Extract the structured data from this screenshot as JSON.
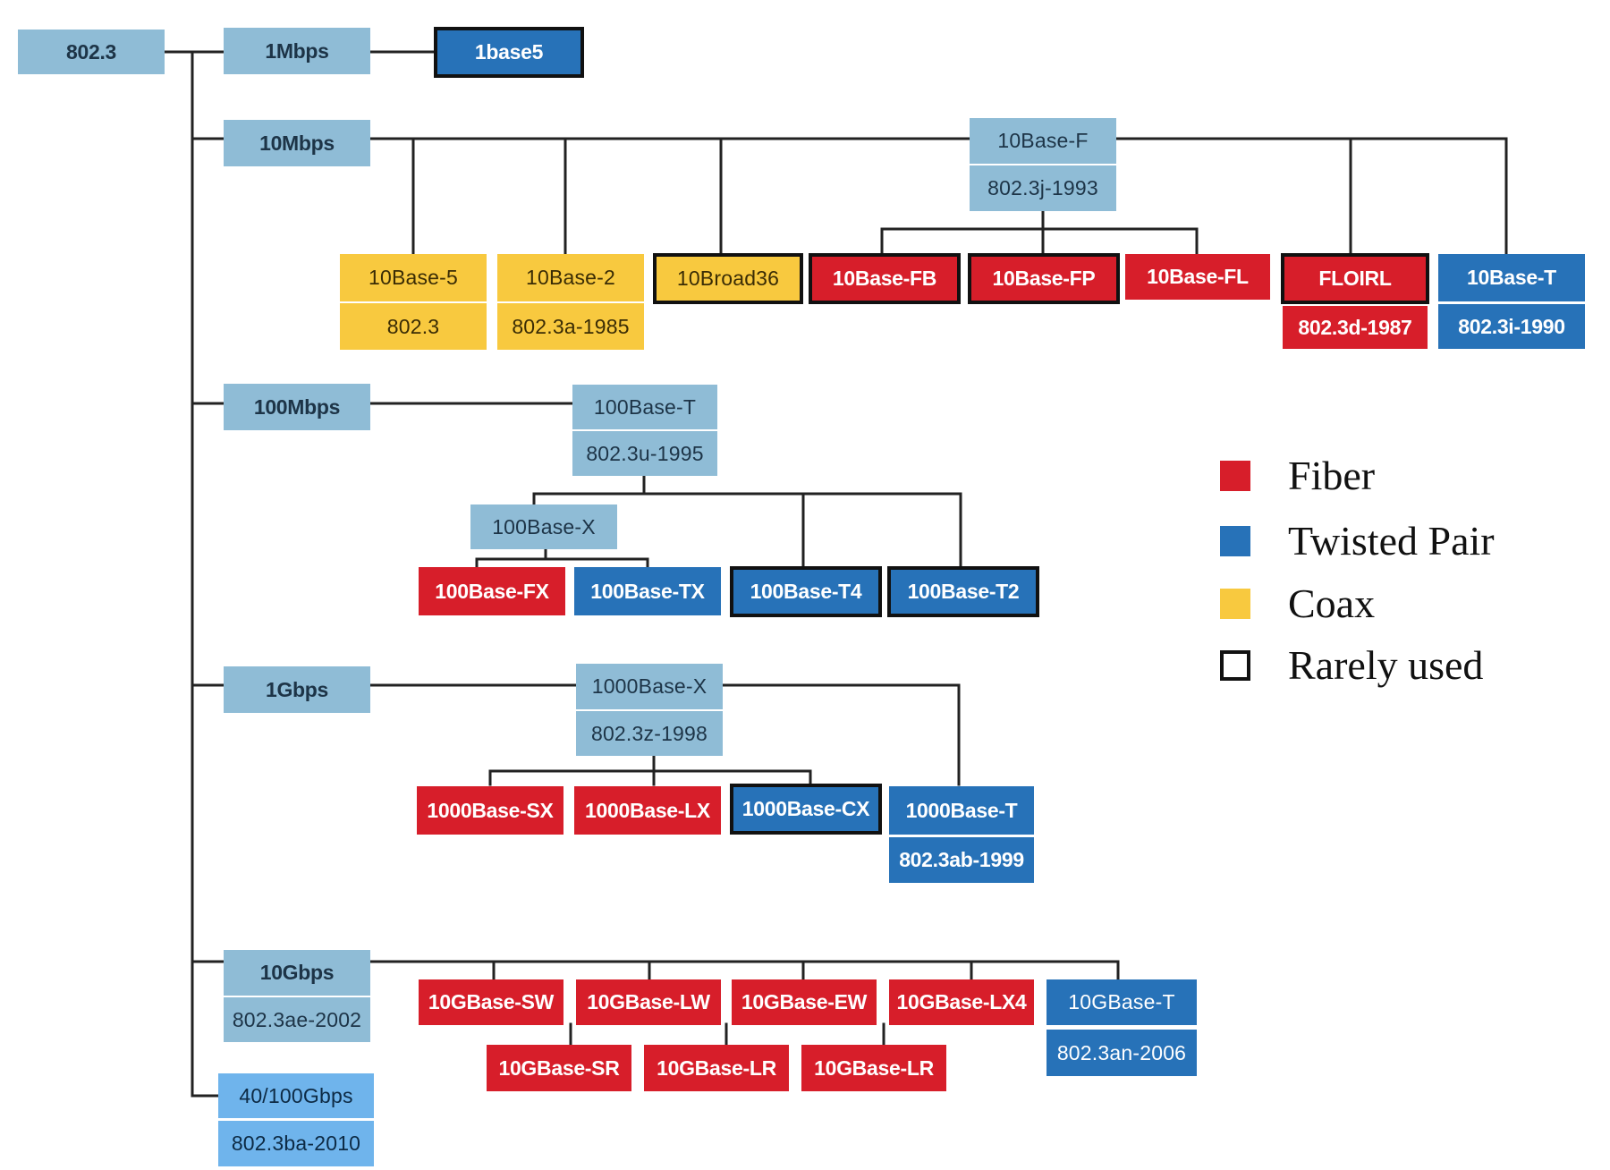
{
  "colors": {
    "fiber": "#d71e2a",
    "twisted_pair": "#2772b8",
    "coax": "#f8c93f",
    "category": "#8fbcd6",
    "line": "#222222"
  },
  "nodes": {
    "root": "802.3",
    "mbps1": "1Mbps",
    "base1_5": "1base5",
    "mbps10": "10Mbps",
    "base10_f": "10Base-F",
    "base10_f_std": "802.3j-1993",
    "base10_5": "10Base-5",
    "base10_5_std": "802.3",
    "base10_2": "10Base-2",
    "base10_2_std": "802.3a-1985",
    "broad36": "10Broad36",
    "base10_fb": "10Base-FB",
    "base10_fp": "10Base-FP",
    "base10_fl": "10Base-FL",
    "foirl": "FLOIRL",
    "foirl_std": "802.3d-1987",
    "base10_t": "10Base-T",
    "base10_t_std": "802.3i-1990",
    "mbps100": "100Mbps",
    "base100_t": "100Base-T",
    "base100_t_std": "802.3u-1995",
    "base100_x": "100Base-X",
    "base100_fx": "100Base-FX",
    "base100_tx": "100Base-TX",
    "base100_t4": "100Base-T4",
    "base100_t2": "100Base-T2",
    "gbps1": "1Gbps",
    "base1000_x": "1000Base-X",
    "base1000_x_std": "802.3z-1998",
    "base1000_sx": "1000Base-SX",
    "base1000_lx": "1000Base-LX",
    "base1000_cx": "1000Base-CX",
    "base1000_t": "1000Base-T",
    "base1000_t_std": "802.3ab-1999",
    "gbps10": "10Gbps",
    "gbps10_std": "802.3ae-2002",
    "g10_sw": "10GBase-SW",
    "g10_lw": "10GBase-LW",
    "g10_ew": "10GBase-EW",
    "g10_lx4": "10GBase-LX4",
    "g10_t": "10GBase-T",
    "g10_t_std": "802.3an-2006",
    "g10_sr": "10GBase-SR",
    "g10_lr_1": "10GBase-LR",
    "g10_lr_2": "10GBase-LR",
    "gbps40_100": "40/100Gbps",
    "gbps40_100_std": "802.3ba-2010"
  },
  "legend": {
    "fiber": "Fiber",
    "twisted_pair": "Twisted Pair",
    "coax": "Coax",
    "rarely_used": "Rarely used"
  }
}
